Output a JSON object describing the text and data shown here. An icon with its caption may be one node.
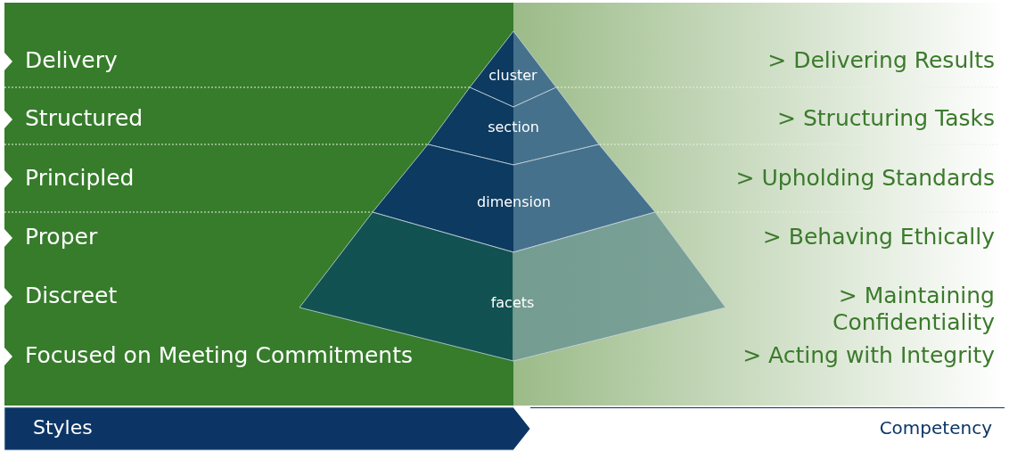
{
  "diagram": {
    "nodes": [
      {
        "text": [
          "cluster"
        ]
      },
      {
        "text": [
          "section"
        ]
      },
      {
        "text": [
          "dimension"
        ]
      },
      {
        "text": [
          "facets"
        ]
      },
      {
        "text": [
          "Styles"
        ]
      },
      {
        "text": [
          "Competency"
        ]
      }
    ],
    "edges": [],
    "labels": [
      "Delivery",
      "> Delivering Results",
      "Structured",
      "> Structuring Tasks",
      "Principled",
      "> Upholding Standards",
      "Proper",
      "> Behaving Ethically",
      "Discreet",
      "> Maintaining Confidentiality",
      "Focused on Meeting Commitments",
      "> Acting with Integrity"
    ]
  }
}
